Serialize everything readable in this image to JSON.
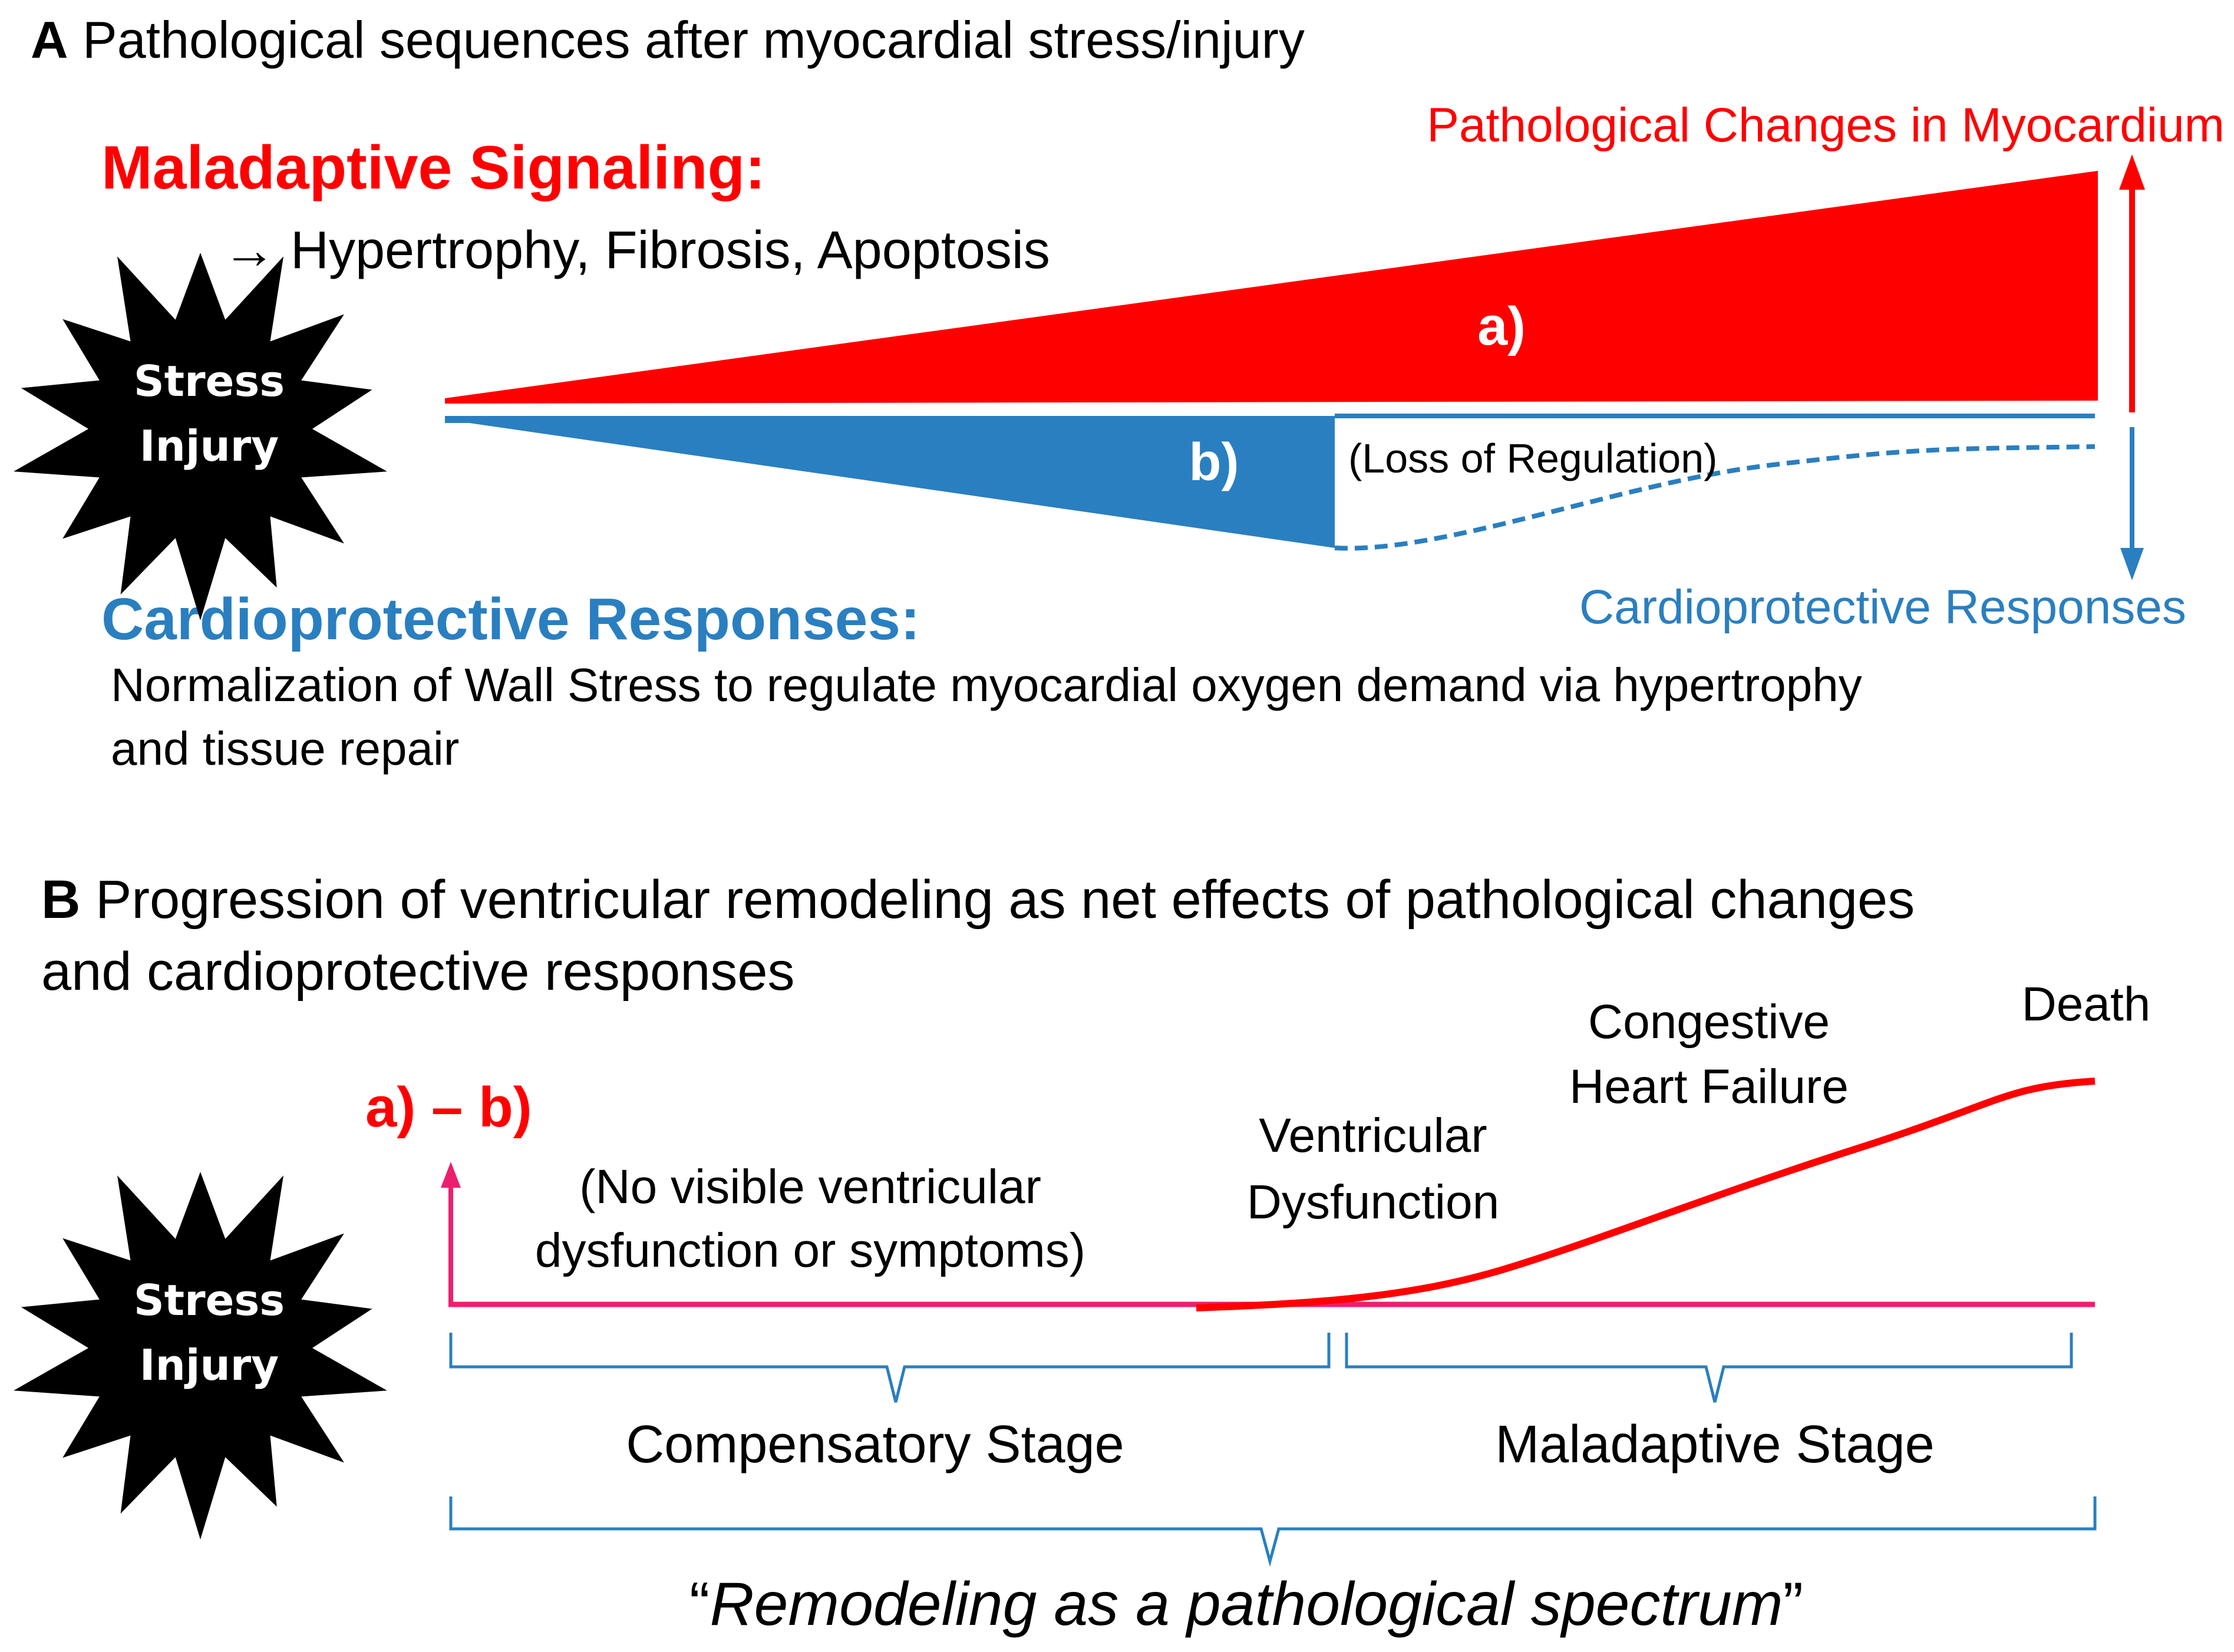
{
  "colors": {
    "red": "#ff0000",
    "blue": "#2a7fc0",
    "text": "#000000",
    "magenta": "#ec1f6e",
    "white": "#ffffff"
  },
  "panel_a": {
    "letter": "A",
    "title": "Pathological sequences after myocardial stress/injury",
    "maladaptive_heading": "Maladaptive Signaling:",
    "maladaptive_effects": "→ Hypertrophy, Fibrosis, Apoptosis",
    "pathological_label": "Pathological Changes in Myocardium",
    "wedge_a_label": "a)",
    "wedge_b_label": "b)",
    "loss_label": "(Loss of Regulation)",
    "cardioprotective_label": "Cardioprotective Responses",
    "cardioprotective_heading": "Cardioprotective Responses:",
    "normalization_line1": "Normalization of Wall Stress to regulate myocardial oxygen demand via hypertrophy",
    "normalization_line2": "and tissue repair",
    "stress_line1": "Stress",
    "stress_line2": "Injury"
  },
  "panel_b": {
    "letter": "B",
    "title_line1": "Progression of ventricular remodeling as net effects of pathological changes",
    "title_line2": "and cardioprotective responses",
    "net_label": "a) – b)",
    "no_visible_line1": "(No visible ventricular",
    "no_visible_line2": "dysfunction or symptoms)",
    "ventricular_line1": "Ventricular",
    "ventricular_line2": "Dysfunction",
    "chf_line1": "Congestive",
    "chf_line2": "Heart Failure",
    "death": "Death",
    "compensatory": "Compensatory Stage",
    "maladaptive": "Maladaptive Stage",
    "quote_open": "“",
    "spectrum": "Remodeling as a pathological spectrum",
    "quote_close": "”",
    "stress_line1": "Stress",
    "stress_line2": "Injury"
  }
}
